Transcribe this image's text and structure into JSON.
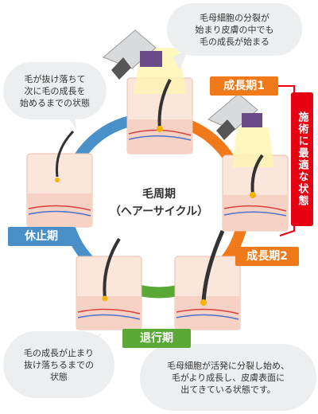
{
  "center": {
    "line1": "毛周期",
    "line2": "（ヘアーサイクル）"
  },
  "stages": {
    "anagen1": {
      "label": "成長期1",
      "color": "#f07a1a"
    },
    "anagen2": {
      "label": "成長期2",
      "color": "#f07a1a"
    },
    "catagen": {
      "label": "退行期",
      "color": "#5aa836"
    },
    "telogen": {
      "label": "休止期",
      "color": "#4a90c8"
    }
  },
  "treatment": {
    "label": "施術に最適な状態",
    "color": "#e60012"
  },
  "bubbles": {
    "top": "毛母細胞の分裂が\n始まり皮膚の中でも\n毛の成長が始まる",
    "left": "毛が抜け落ちて\n次に毛の成長を\n始めるまでの状態",
    "bottom_left": "毛の成長が止まり\n抜け落ちるまでの\n状態",
    "bottom_right": "毛母細胞が活発に分裂し始め、\n毛がより成長し、皮膚表面に\n出てきている状態です。"
  },
  "colors": {
    "skin": "#f6d2c4",
    "skin_light": "#fbe6dc",
    "hair": "#333333",
    "light": "#fff4b0",
    "bubble": "#eceef0"
  }
}
